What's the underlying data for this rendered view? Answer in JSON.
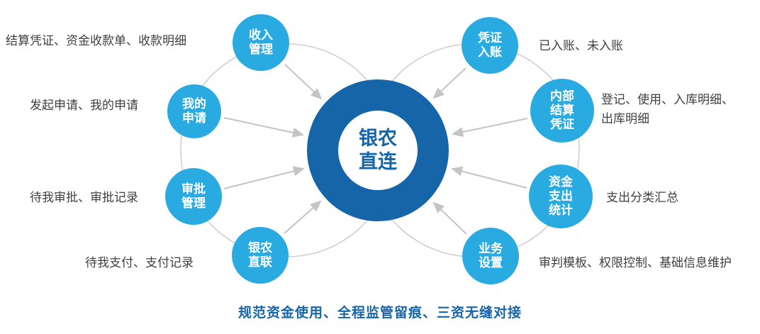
{
  "colors": {
    "node_blue": "#29abe2",
    "ring_blue": "#1565a8",
    "arrow_gray": "#c7c7c7",
    "label_gray": "#3f3f3f"
  },
  "center": {
    "label": "银农\n直连"
  },
  "left": [
    {
      "label": "收入\n管理",
      "desc": "结算凭证、资金收款单、收款明细"
    },
    {
      "label": "我的\n申请",
      "desc": "发起申请、我的申请"
    },
    {
      "label": "审批\n管理",
      "desc": "待我审批、审批记录"
    },
    {
      "label": "银农\n直联",
      "desc": "待我支付、支付记录"
    }
  ],
  "right": [
    {
      "label": "凭证\n入账",
      "desc": "已入账、未入账"
    },
    {
      "label": "内部\n结算\n凭证",
      "desc": "登记、使用、入库明细、\n出库明细"
    },
    {
      "label": "资金\n支出\n统计",
      "desc": "支出分类汇总"
    },
    {
      "label": "业务\n设置",
      "desc": "审判模板、权限控制、基础信息维护"
    }
  ],
  "footer": "规范资金使用、全程监管留痕、三资无缝对接"
}
